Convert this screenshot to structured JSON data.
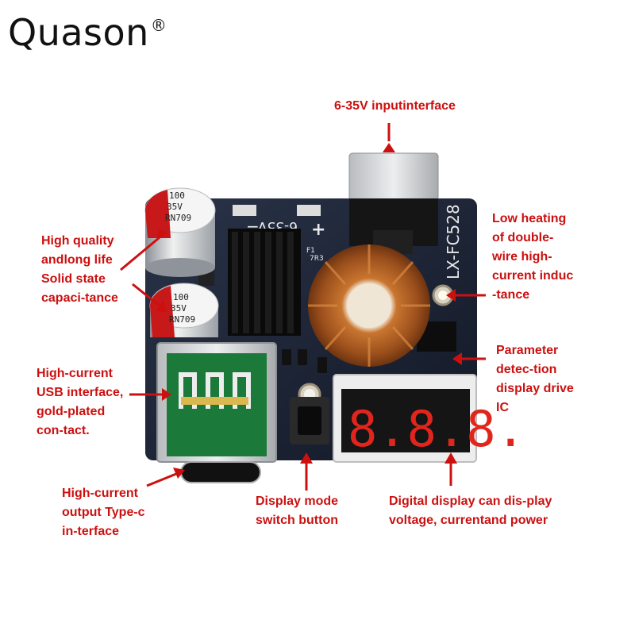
{
  "brand": {
    "name": "Quason",
    "mark": "®"
  },
  "board": {
    "model": "LX-FC528",
    "voltage_silk": "6-35V",
    "plus": "+",
    "minus": "−",
    "inductor_ref": "F1",
    "inductor_code": "7R3"
  },
  "capacitors": [
    {
      "value": "100",
      "voltage": "35V",
      "series": "RN709"
    },
    {
      "value": "100",
      "voltage": "35V",
      "series": "RN709"
    }
  ],
  "display": {
    "digits": "8.8.8."
  },
  "labels": {
    "input": [
      "6-35V inputinterface"
    ],
    "capacitor": [
      "High quality",
      "andlong life",
      "Solid state",
      "capaci-tance"
    ],
    "inductor": [
      "Low heating",
      "of double-",
      "wire high-",
      "current induc",
      "-tance"
    ],
    "ic": [
      "Parameter",
      "detec-tion",
      "display drive",
      "IC"
    ],
    "usb": [
      "High-current",
      "USB interface,",
      "gold-plated",
      "con-tact."
    ],
    "typec": [
      "High-current",
      "output Type-c",
      "in-terface"
    ],
    "button": [
      "Display mode",
      "switch button"
    ],
    "display": [
      "Digital display can dis-play",
      "voltage, currentand power"
    ]
  },
  "colors": {
    "label": "#cc1010",
    "pcb": "#1b2233",
    "copper": "#b8652a",
    "display_red": "#e0261c"
  }
}
